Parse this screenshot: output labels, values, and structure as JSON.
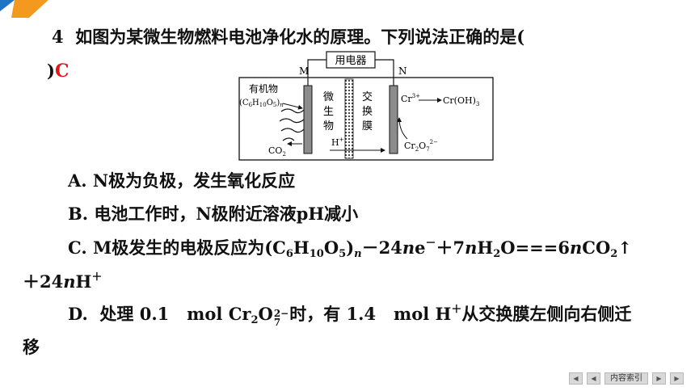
{
  "question": {
    "number": "4",
    "stem": "如图为某微生物燃料电池净化水的原理。下列说法正确的是(",
    "close_paren": ")",
    "answer": "C"
  },
  "diagram": {
    "device_label": "用电器",
    "electrode_m": "M",
    "electrode_n": "N",
    "organic_label": "有机物",
    "organic_formula": "(C6H10O5)n",
    "microbe_label": "微生物",
    "membrane_label": "交换膜",
    "co2_label": "CO2",
    "proton_label": "H+",
    "cr3_label": "Cr3+",
    "croh3_label": "Cr(OH)3",
    "dichromate_label": "Cr2O72−"
  },
  "options": {
    "a": "A. N极为负极，发生氧化反应",
    "b": "B. 电池工作时，N极附近溶液pH减小",
    "c": "C. M极发生的电极反应为(C6H10O5)n－24ne－＋7nH2O===6nCO2↑＋24nH＋",
    "d": "D. 处理0.1 mol Cr2O72−时，有1.4 mol H＋从交换膜左侧向右侧迁移"
  },
  "nav": {
    "first": "◀",
    "prev": "◀",
    "index_label": "内容索引",
    "next": "▶",
    "last": "▶"
  }
}
